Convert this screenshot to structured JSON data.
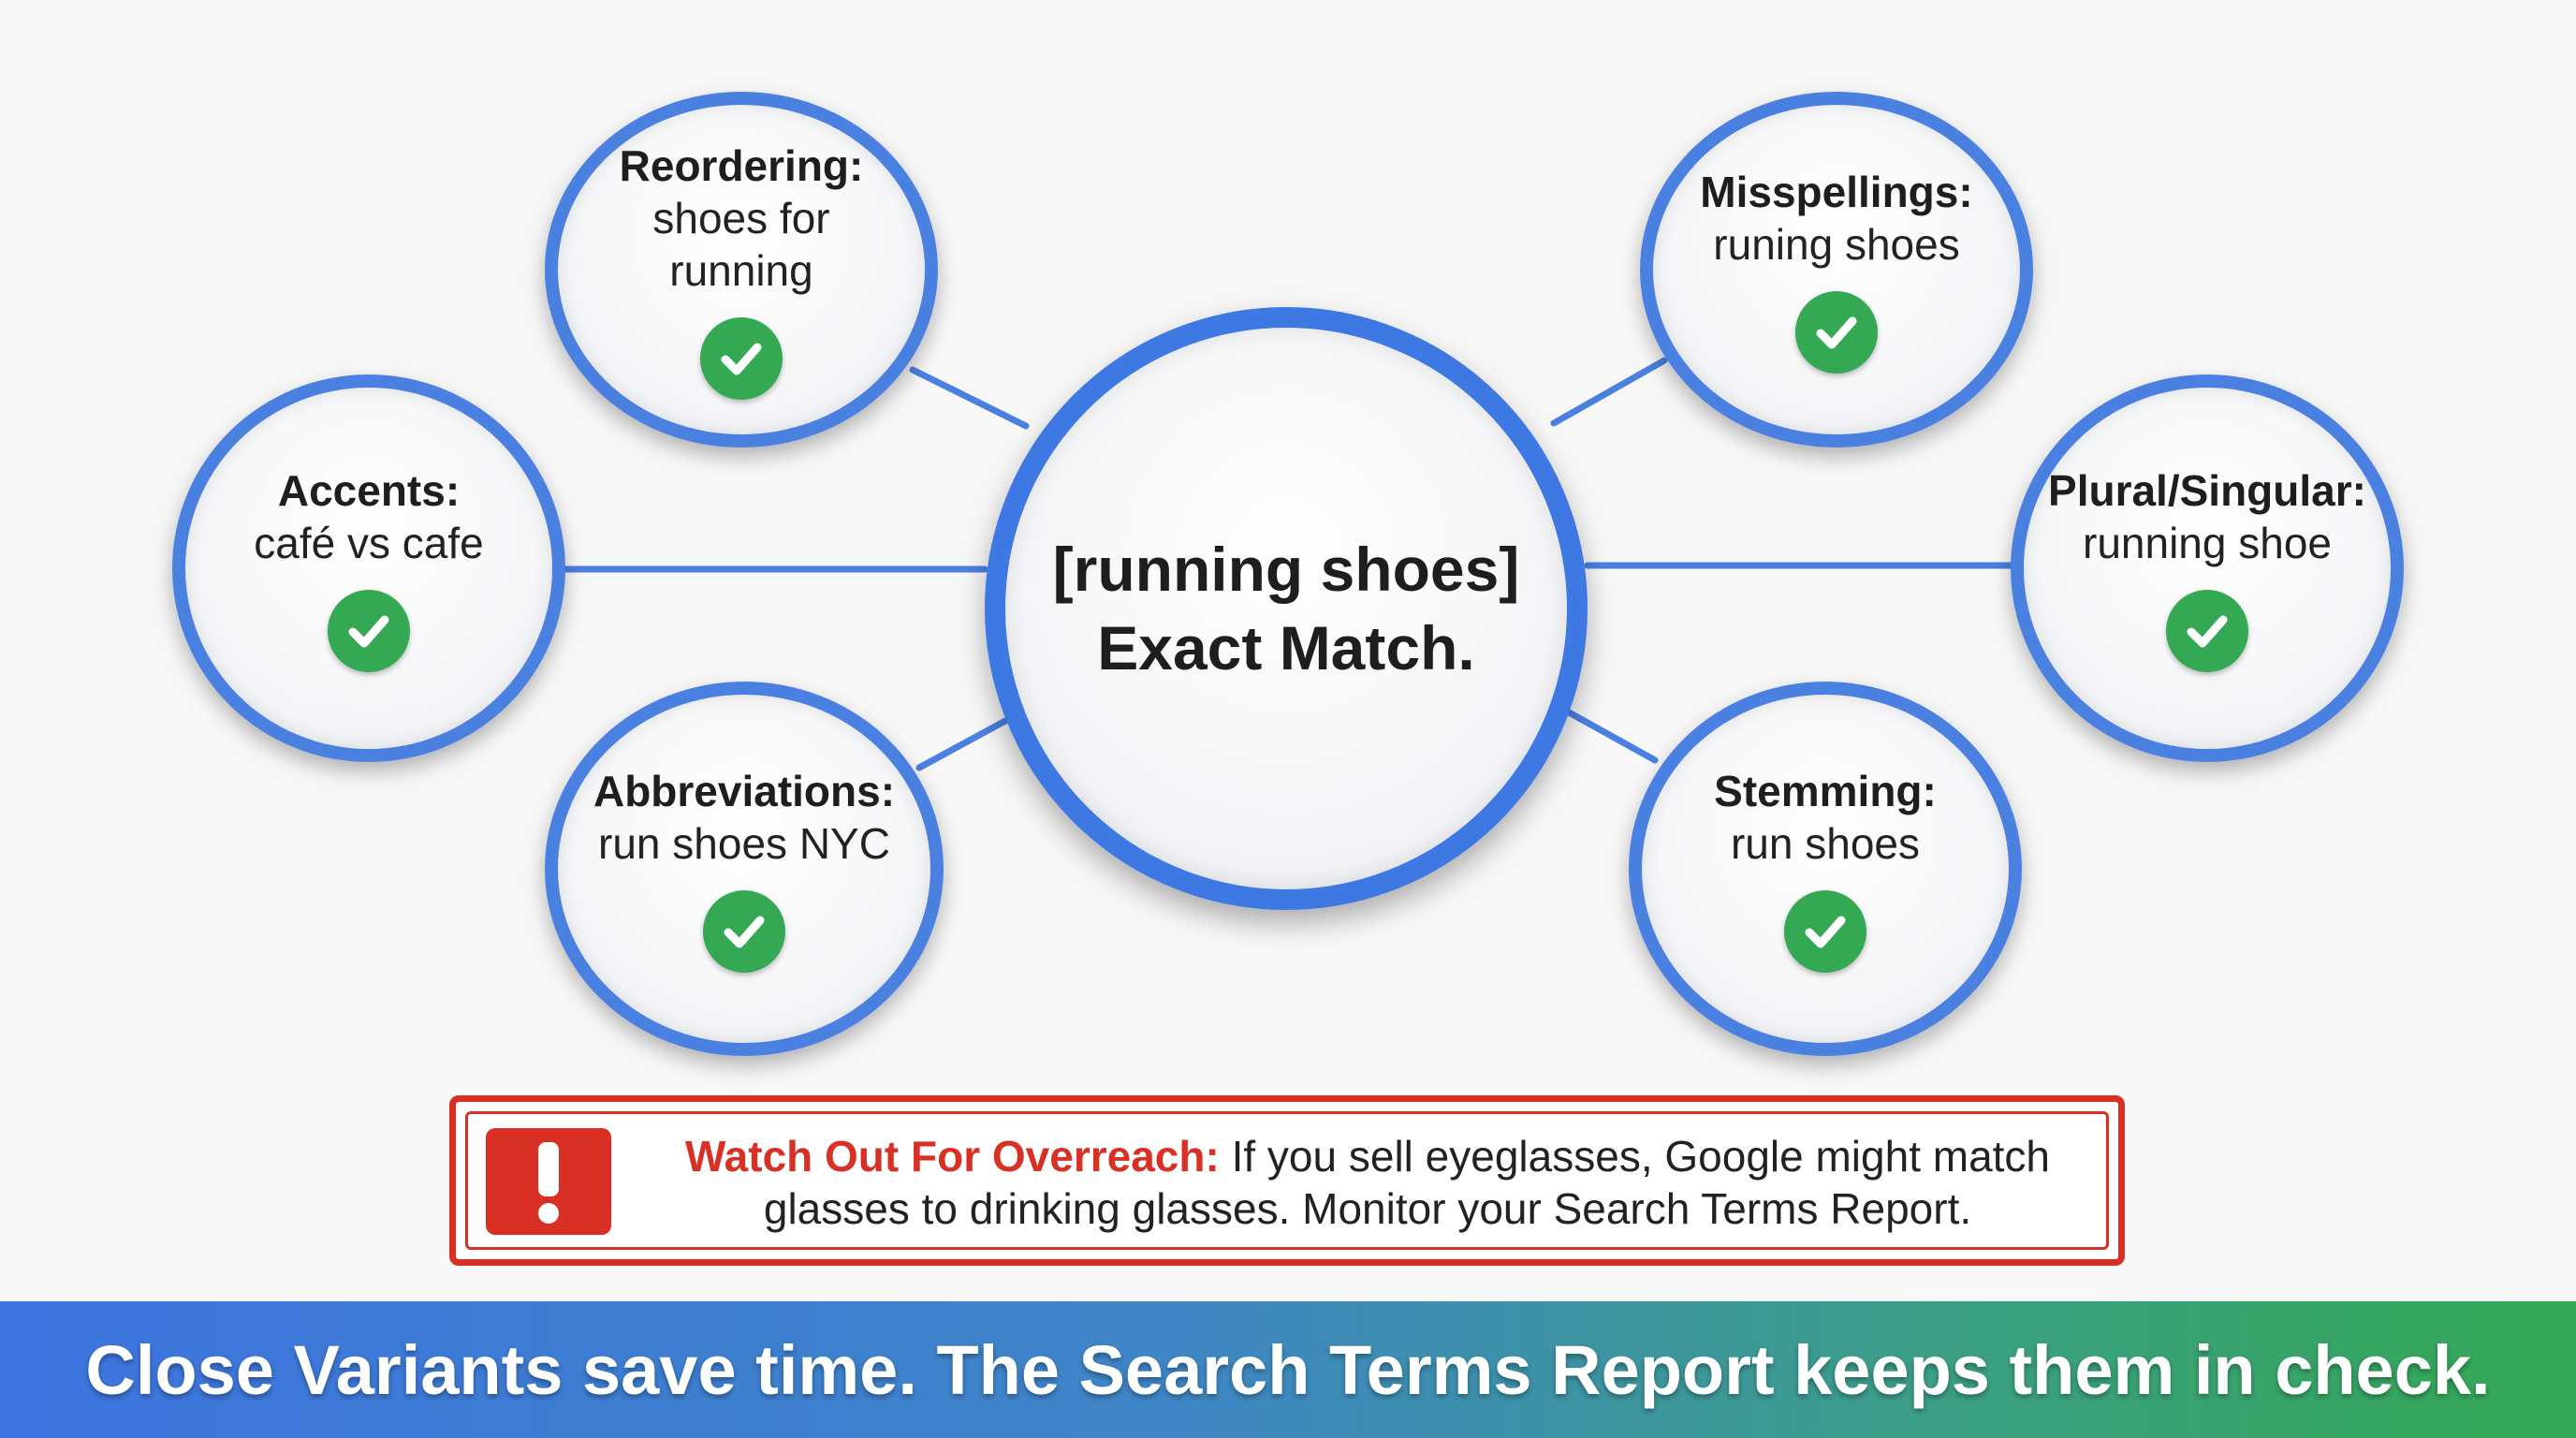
{
  "center": {
    "keyword": "[running shoes]",
    "match_type": "Exact Match."
  },
  "variants": [
    {
      "id": "reordering",
      "label": "Reordering:",
      "example": "shoes for\nrunning"
    },
    {
      "id": "misspellings",
      "label": "Misspellings:",
      "example": "runing shoes"
    },
    {
      "id": "accents",
      "label": "Accents:",
      "example": "café vs cafe"
    },
    {
      "id": "plural",
      "label": "Plural/Singular:",
      "example": "running shoe"
    },
    {
      "id": "abbreviations",
      "label": "Abbreviations:",
      "example": "run shoes NYC"
    },
    {
      "id": "stemming",
      "label": "Stemming:",
      "example": "run shoes"
    }
  ],
  "warning": {
    "title": "Watch Out For Overreach:",
    "body": " If you sell eyeglasses, Google might match glasses to drinking glasses. Monitor your Search Terms Report.",
    "icon": "exclamation-icon"
  },
  "icons": {
    "matched": "checkmark-icon"
  },
  "banner": {
    "text": "Close Variants save time. The Search Terms Report keeps them in check."
  },
  "colors": {
    "node_border": "#4a80e0",
    "check_green": "#34a853",
    "warning_red": "#d93025",
    "connector": "#4a80e0"
  }
}
